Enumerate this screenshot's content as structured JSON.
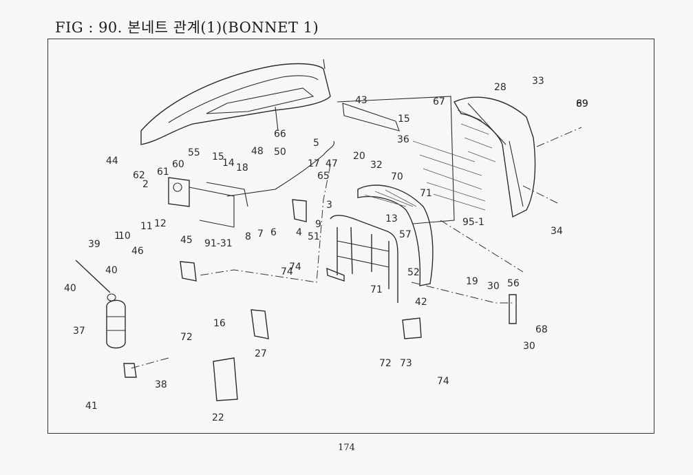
{
  "title": "FIG : 90. 본네트 관계(1)(BONNET 1)",
  "page_number": "174",
  "callouts": [
    {
      "id": "1",
      "label": "1"
    },
    {
      "id": "2",
      "label": "2"
    },
    {
      "id": "3",
      "label": "3"
    },
    {
      "id": "4",
      "label": "4"
    },
    {
      "id": "5",
      "label": "5"
    },
    {
      "id": "6",
      "label": "6"
    },
    {
      "id": "7",
      "label": "7"
    },
    {
      "id": "8",
      "label": "8"
    },
    {
      "id": "9",
      "label": "9"
    },
    {
      "id": "10",
      "label": "10"
    },
    {
      "id": "11",
      "label": "11"
    },
    {
      "id": "12",
      "label": "12"
    },
    {
      "id": "13",
      "label": "13"
    },
    {
      "id": "14",
      "label": "14"
    },
    {
      "id": "15",
      "label": "15"
    },
    {
      "id": "15b",
      "label": "15"
    },
    {
      "id": "16",
      "label": "16"
    },
    {
      "id": "17",
      "label": "17"
    },
    {
      "id": "18",
      "label": "18"
    },
    {
      "id": "19",
      "label": "19"
    },
    {
      "id": "20",
      "label": "20"
    },
    {
      "id": "22",
      "label": "22"
    },
    {
      "id": "27",
      "label": "27"
    },
    {
      "id": "28",
      "label": "28"
    },
    {
      "id": "30",
      "label": "30"
    },
    {
      "id": "30b",
      "label": "30"
    },
    {
      "id": "32",
      "label": "32"
    },
    {
      "id": "33",
      "label": "33"
    },
    {
      "id": "34",
      "label": "34"
    },
    {
      "id": "36",
      "label": "36"
    },
    {
      "id": "37",
      "label": "37"
    },
    {
      "id": "38",
      "label": "38"
    },
    {
      "id": "39",
      "label": "39"
    },
    {
      "id": "40",
      "label": "40"
    },
    {
      "id": "40b",
      "label": "40"
    },
    {
      "id": "41",
      "label": "41"
    },
    {
      "id": "42",
      "label": "42"
    },
    {
      "id": "43",
      "label": "43"
    },
    {
      "id": "44",
      "label": "44"
    },
    {
      "id": "45",
      "label": "45"
    },
    {
      "id": "46",
      "label": "46"
    },
    {
      "id": "47",
      "label": "47"
    },
    {
      "id": "48",
      "label": "48"
    },
    {
      "id": "50",
      "label": "50"
    },
    {
      "id": "51",
      "label": "51"
    },
    {
      "id": "52",
      "label": "52"
    },
    {
      "id": "55",
      "label": "55"
    },
    {
      "id": "56",
      "label": "56"
    },
    {
      "id": "57",
      "label": "57"
    },
    {
      "id": "60",
      "label": "60"
    },
    {
      "id": "61",
      "label": "61"
    },
    {
      "id": "62",
      "label": "62"
    },
    {
      "id": "65",
      "label": "65"
    },
    {
      "id": "66",
      "label": "66"
    },
    {
      "id": "67",
      "label": "67"
    },
    {
      "id": "68",
      "label": "68"
    },
    {
      "id": "69",
      "label": "69"
    },
    {
      "id": "70",
      "label": "70"
    },
    {
      "id": "71",
      "label": "71"
    },
    {
      "id": "71b",
      "label": "71"
    },
    {
      "id": "72",
      "label": "72"
    },
    {
      "id": "72b",
      "label": "72"
    },
    {
      "id": "73",
      "label": "73"
    },
    {
      "id": "74",
      "label": "74"
    },
    {
      "id": "74b",
      "label": "74"
    },
    {
      "id": "74c",
      "label": "74"
    },
    {
      "id": "89",
      "label": "89"
    },
    {
      "id": "91-31",
      "label": "91-31"
    },
    {
      "id": "95-1",
      "label": "95-1"
    }
  ]
}
